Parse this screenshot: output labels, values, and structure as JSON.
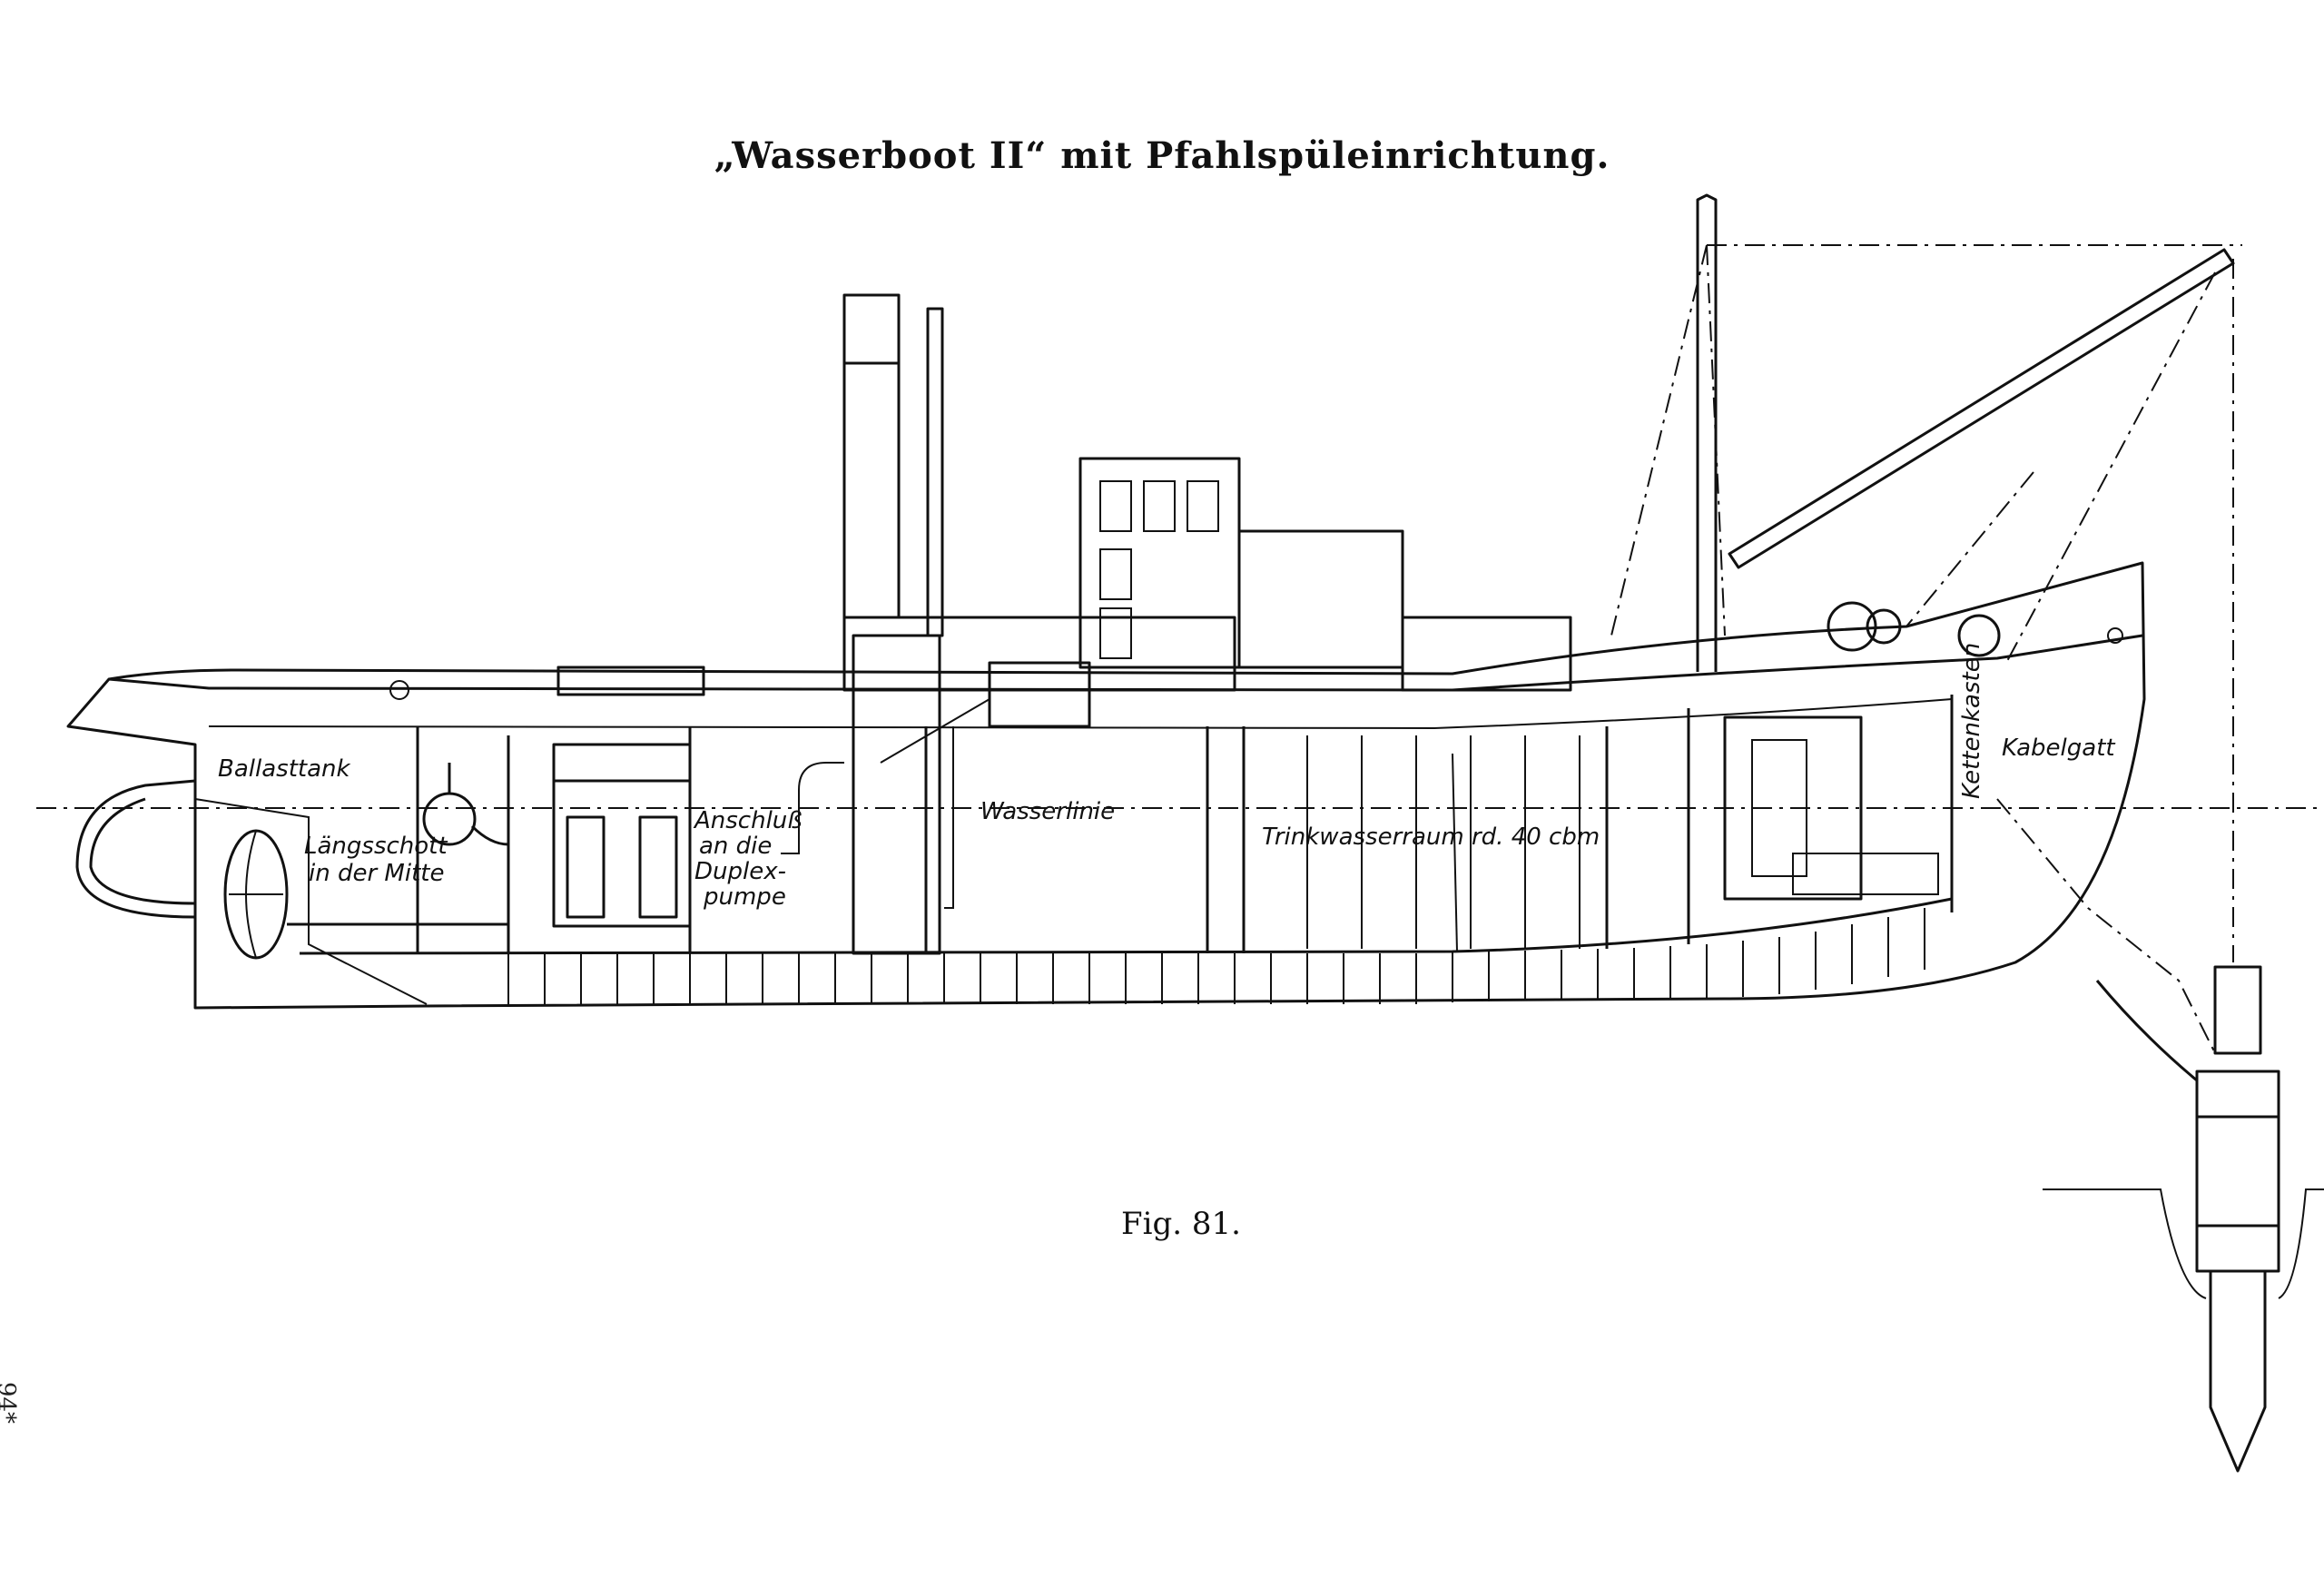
{
  "title": "„Wasserboot II“ mit Pfahlspüleinrichtung.",
  "figure_caption": "Fig. 81.",
  "side_mark": "94*",
  "labels": {
    "ballasttank": "Ballasttank",
    "laengsschott_1": "Längsschott",
    "laengsschott_2": "in der Mitte",
    "anschluss_1": "Anschluß",
    "anschluss_2": "an die",
    "anschluss_3": "Duplex-",
    "anschluss_4": "pumpe",
    "wasserlinie": "Wasserlinie",
    "trinkwasserraum": "Trinkwasserraum rd. 40 cbm",
    "kettenkasten": "Kettenkasten",
    "kabelgatt": "Kabelgatt"
  }
}
